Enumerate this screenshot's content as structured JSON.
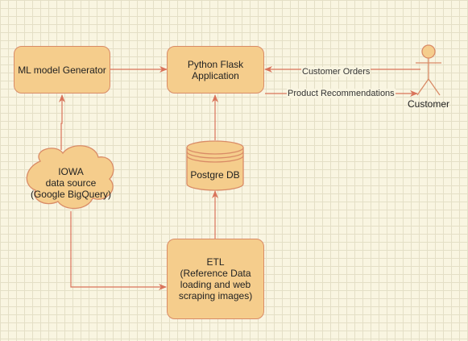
{
  "nodes": {
    "ml_generator": "ML model Generator",
    "flask_app": "Python Flask Application",
    "postgres": "Postgre DB",
    "iowa_source": [
      "IOWA",
      "data source",
      "(Google BigQuery)"
    ],
    "etl": [
      "ETL",
      "(Reference Data",
      "loading and web",
      "scraping images)"
    ]
  },
  "edges": {
    "customer_orders": "Customer Orders",
    "product_recommendations": "Product Recommendations"
  },
  "actor": {
    "label": "Customer",
    "icon": "person-icon"
  },
  "colors": {
    "node_fill": "#f5cd8c",
    "node_stroke": "#d98b66",
    "edge": "#d9735a",
    "background": "#f9f5e1"
  }
}
